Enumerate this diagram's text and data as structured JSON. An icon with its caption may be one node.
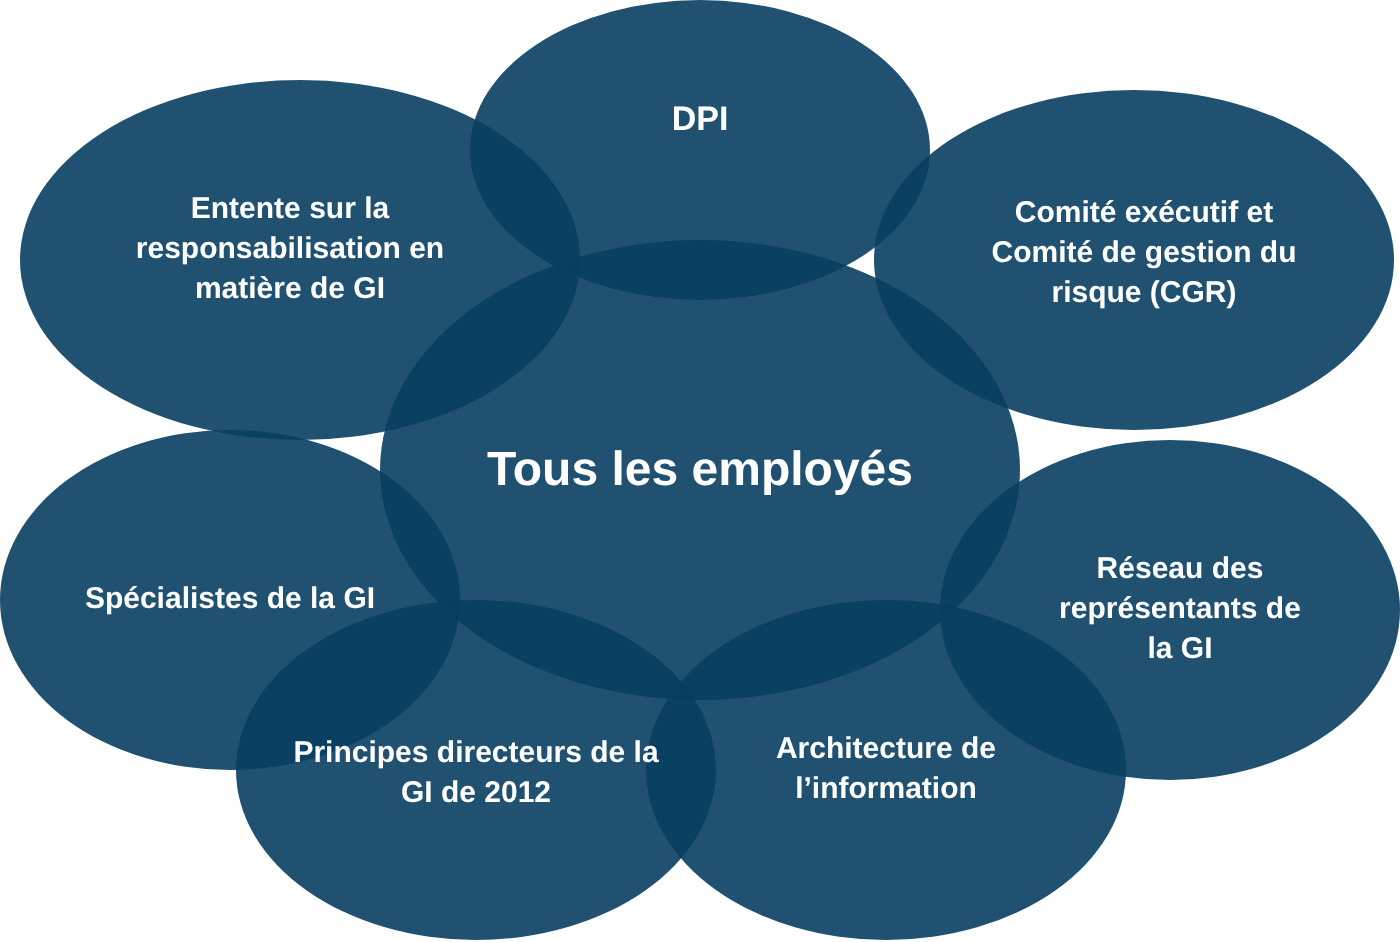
{
  "diagram": {
    "nodes": [
      {
        "text": [
          "DPI"
        ]
      },
      {
        "text": [
          "Entente sur la responsabilisation en matière de GI"
        ]
      },
      {
        "text": [
          "Comité exécutif et Comité de gestion du risque (CGR)"
        ]
      },
      {
        "text": [
          "Tous les employés"
        ]
      },
      {
        "text": [
          "Spécialistes de la GI"
        ]
      },
      {
        "text": [
          "Réseau des représentants de la GI"
        ]
      },
      {
        "text": [
          "Principes directeurs de la GI de 2012"
        ]
      },
      {
        "text": [
          "Architecture de l’information"
        ]
      }
    ],
    "edges": []
  }
}
